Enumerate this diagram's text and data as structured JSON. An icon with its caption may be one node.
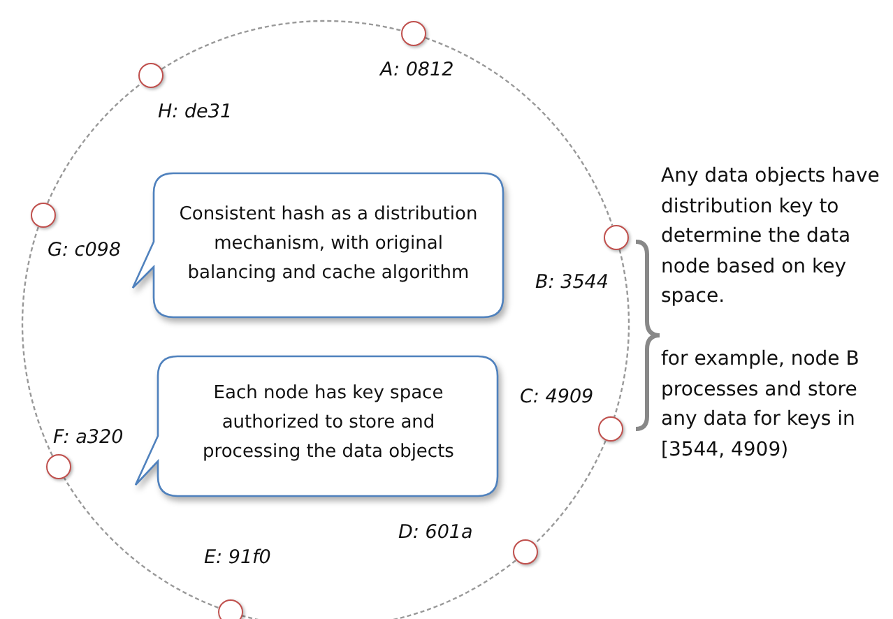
{
  "diagram": {
    "nodes": [
      {
        "text": [],
        "shape": "circle",
        "beside": [
          "A: 0812"
        ]
      },
      {
        "text": [],
        "shape": "circle",
        "beside": [
          "B: 3544"
        ]
      },
      {
        "text": [],
        "shape": "circle",
        "beside": [
          "C: 4909"
        ]
      },
      {
        "text": [],
        "shape": "circle",
        "beside": [
          "D: 601a"
        ]
      },
      {
        "text": [],
        "shape": "circle",
        "beside": [
          "E: 91f0"
        ]
      },
      {
        "text": [],
        "shape": "circle",
        "beside": [
          "F: a320"
        ]
      },
      {
        "text": [],
        "shape": "circle",
        "beside": [
          "G: c098"
        ]
      },
      {
        "text": [],
        "shape": "circle",
        "beside": [
          "H: de31"
        ]
      },
      {
        "text": [
          "Consistent hash as a distribution mechanism, with original balancing and cache algorithm"
        ]
      },
      {
        "text": [
          "Each node has key space authorized to store and processing the data objects"
        ]
      }
    ],
    "edges": [
      {
        "from": 0,
        "to": 1,
        "arrow": "none",
        "style": "dashed"
      },
      {
        "from": 1,
        "to": 2,
        "arrow": "none",
        "style": "dashed"
      },
      {
        "from": 2,
        "to": 3,
        "arrow": "none",
        "style": "dashed"
      },
      {
        "from": 3,
        "to": 4,
        "arrow": "none",
        "style": "dashed"
      },
      {
        "from": 4,
        "to": 5,
        "arrow": "none",
        "style": "dashed"
      },
      {
        "from": 5,
        "to": 6,
        "arrow": "none",
        "style": "dashed"
      },
      {
        "from": 6,
        "to": 7,
        "arrow": "none",
        "style": "dashed"
      },
      {
        "from": 7,
        "to": 0,
        "arrow": "none",
        "style": "dashed"
      }
    ],
    "labels": [
      "Any data objects have distribution key to determine the data node based on key space.",
      "for example, node B processes and store any data for keys in [3544, 4909)"
    ]
  }
}
